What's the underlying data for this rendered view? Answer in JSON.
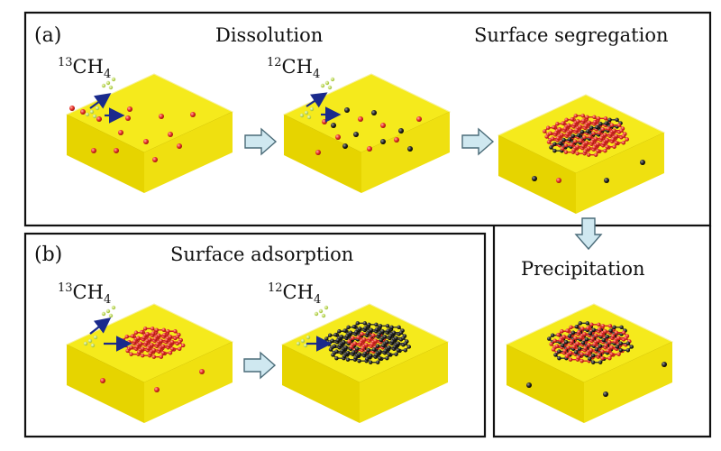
{
  "panels": {
    "a": {
      "label": "(a)"
    },
    "b": {
      "label": "(b)"
    }
  },
  "steps": {
    "dissolution": "Dissolution",
    "surface_segregation": "Surface segregation",
    "precipitation": "Precipitation",
    "surface_adsorption": "Surface adsorption"
  },
  "methane": {
    "c13_mass": "13",
    "c12_mass": "12",
    "formula_base": "CH",
    "formula_sub": "4"
  },
  "colors": {
    "substrate_top": "#f5ea1c",
    "substrate_side": "#e6d400",
    "carbon13": "#e8322a",
    "carbon12": "#2a2a2a",
    "arrow_fill": "#cfe8f0",
    "arrow_stroke": "#4a6b78",
    "pointer_arrow": "#1a2a8c"
  }
}
